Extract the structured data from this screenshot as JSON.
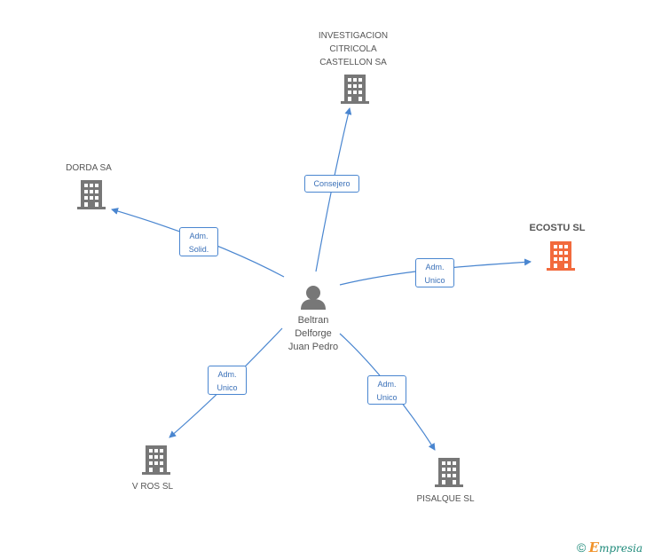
{
  "nodes": {
    "center": {
      "label": "Beltran\nDelforge\nJuan Pedro"
    },
    "investigacion": {
      "label": "INVESTIGACION\nCITRICOLA\nCASTELLON SA"
    },
    "dorda": {
      "label": "DORDA SA"
    },
    "ecostu": {
      "label": "ECOSTU SL"
    },
    "vros": {
      "label": "V ROS SL"
    },
    "pisalque": {
      "label": "PISALQUE SL"
    }
  },
  "relations": {
    "consejero": "Consejero",
    "adm_solid": "Adm.\nSolid.",
    "adm_unico_ecostu": "Adm.\nUnico",
    "adm_unico_vros": "Adm.\nUnico",
    "adm_unico_pisalque": "Adm.\nUnico"
  },
  "colors": {
    "edge": "#4a86d0",
    "building": "#777777",
    "building_highlight": "#f26a3d",
    "person": "#777777"
  },
  "brand": {
    "copyright": "©",
    "e": "E",
    "rest": "mpresia"
  }
}
